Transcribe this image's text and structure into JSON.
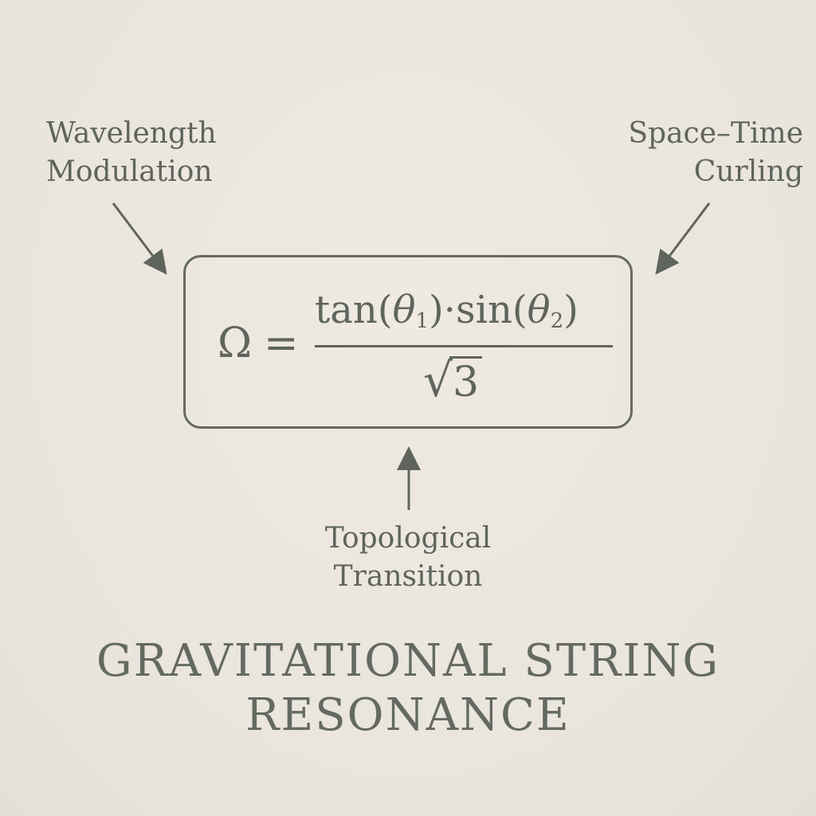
{
  "labels": {
    "wavelength": [
      "Wavelength",
      "Modulation"
    ],
    "spacetime": [
      "Space–Time",
      "Curling"
    ],
    "topological": [
      "Topological",
      "Transition"
    ]
  },
  "equation": {
    "lhs": "Ω",
    "equals": "=",
    "numerator": {
      "tan": "tan",
      "theta": "θ",
      "sub1": "1",
      "sub2": "2",
      "dot": "·",
      "sin": "sin"
    },
    "denominator": {
      "sqrt": "√",
      "radicand": "3"
    }
  },
  "title": [
    "GRAVITATIONAL STRING",
    "RESONANCE"
  ],
  "colors": {
    "ink": "#5f655c",
    "background": "#ebe7df"
  }
}
